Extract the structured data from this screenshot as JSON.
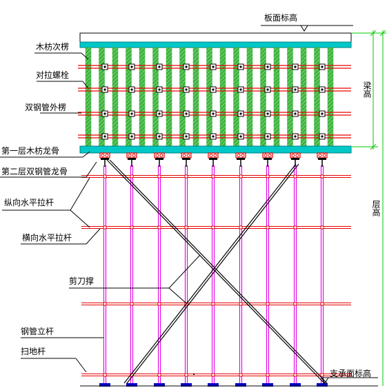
{
  "labels": {
    "slab_level": "板面标高",
    "timber_secondary": "木枋次楞",
    "tie_bolt": "对拉螺栓",
    "double_steel_outer": "双钢管外楞",
    "layer1_timber": "第一层木枋龙骨",
    "layer2_steel": "第二层双钢管龙骨",
    "longitudinal_tie": "纵向水平拉杆",
    "transverse_tie": "横向水平拉杆",
    "scissor_brace": "剪刀撑",
    "steel_post": "钢管立杆",
    "sweep_rod": "扫地杆",
    "support_level": "支承面标高",
    "beam_height": "梁高",
    "floor_height": "层高"
  },
  "colors": {
    "timber_green": "#3cb43c",
    "timber_stripe": "#9ddc9d",
    "steel_red": "#e60000",
    "post_magenta": "#e000e0",
    "cyan_beam": "#00c8c8",
    "dim_green": "#00c800",
    "base_blue": "#0000c8",
    "line_black": "#000000"
  }
}
